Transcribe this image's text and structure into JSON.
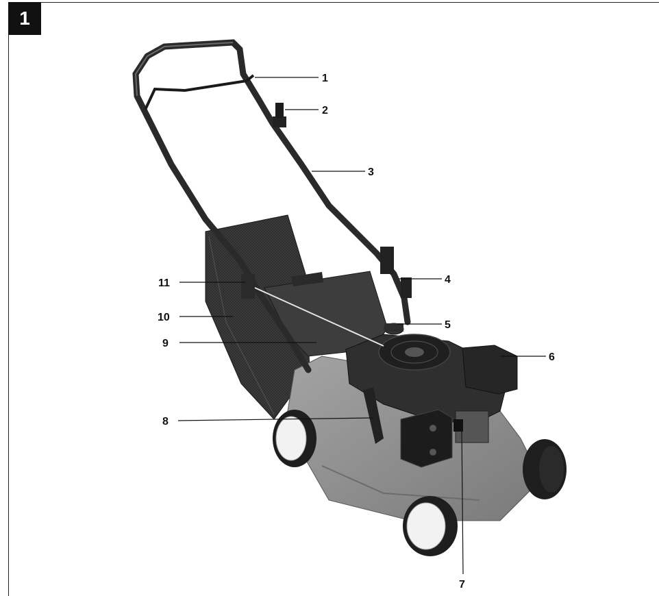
{
  "figure_number": "1",
  "callouts": [
    {
      "id": "1",
      "label": "1"
    },
    {
      "id": "2",
      "label": "2"
    },
    {
      "id": "3",
      "label": "3"
    },
    {
      "id": "4",
      "label": "4"
    },
    {
      "id": "5",
      "label": "5"
    },
    {
      "id": "6",
      "label": "6"
    },
    {
      "id": "7",
      "label": "7"
    },
    {
      "id": "8",
      "label": "8"
    },
    {
      "id": "9",
      "label": "9"
    },
    {
      "id": "10",
      "label": "10"
    },
    {
      "id": "11",
      "label": "11"
    }
  ],
  "colors": {
    "deck": "#8c8c8c",
    "engine": "#2f2f2f",
    "grass_bag": "#3a3a3a",
    "handle": "#2a2a2a",
    "wheel_rim": "#f2f2f2",
    "tire": "#1e1e1e"
  }
}
